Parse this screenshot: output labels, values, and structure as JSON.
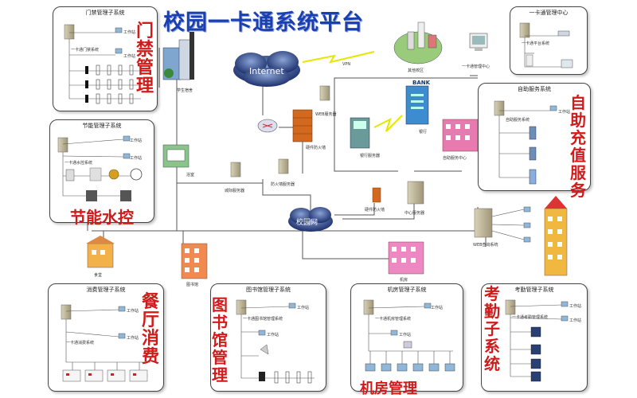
{
  "title": "校园一卡通系统平台",
  "networks": {
    "internet": "Internet",
    "campus": "校园网",
    "vpn": "VPN"
  },
  "subsystems": {
    "access": {
      "title": "门禁管理子系统",
      "label": "门禁管理",
      "server": "一卡通门禁系统",
      "workstation": "工作站"
    },
    "energy": {
      "title": "节能管理子系统",
      "label": "节能水控",
      "server": "一卡通水控系统",
      "workstation": "工作站"
    },
    "center": {
      "title": "一卡通管理中心",
      "server": "一卡通平台系统"
    },
    "selfservice": {
      "title": "自助服务系统",
      "label": "自助充值服务",
      "server": "自助服务系统",
      "workstation": "工作站"
    },
    "dining": {
      "title": "消费管理子系统",
      "label": "餐厅消费",
      "server": "一卡通消费系统",
      "workstation": "工作站"
    },
    "library": {
      "title": "图书馆管理子系统",
      "label": "图书馆管理",
      "server": "一卡通图书馆管理系统",
      "workstation": "工作站"
    },
    "lab": {
      "title": "机房管理子系统",
      "label": "机房管理",
      "server": "一卡通机房管理系统",
      "workstation": "工作站"
    },
    "attendance": {
      "title": "考勤管理子系统",
      "label": "考勤子系统",
      "server": "一卡通考勤管理系统",
      "workstation": "工作站"
    }
  },
  "nodes": {
    "dorm": "学生宿舍",
    "other_campus": "其他校区",
    "center_mgmt": "一卡通管理中心",
    "web_server": "WEB服务器",
    "firewall": "硬件防火墙",
    "bank": "银行",
    "bank_server": "银行服务器",
    "selfservice_center": "自助服务中心",
    "city_server": "城际服务器",
    "fw_server": "防火墙服务器",
    "bath": "浴室",
    "hw_firewall2": "硬件防火墙",
    "center_server": "中心服务器",
    "web_query": "WEB查询系统",
    "canteen": "食堂",
    "library_bldg": "图书馆",
    "lab_bldg": "机房",
    "bank_sign": "BANK"
  },
  "colors": {
    "title": "#1a3fb0",
    "accent_red": "#d11a1a",
    "line": "#555555",
    "vpn": "#e6e600"
  }
}
